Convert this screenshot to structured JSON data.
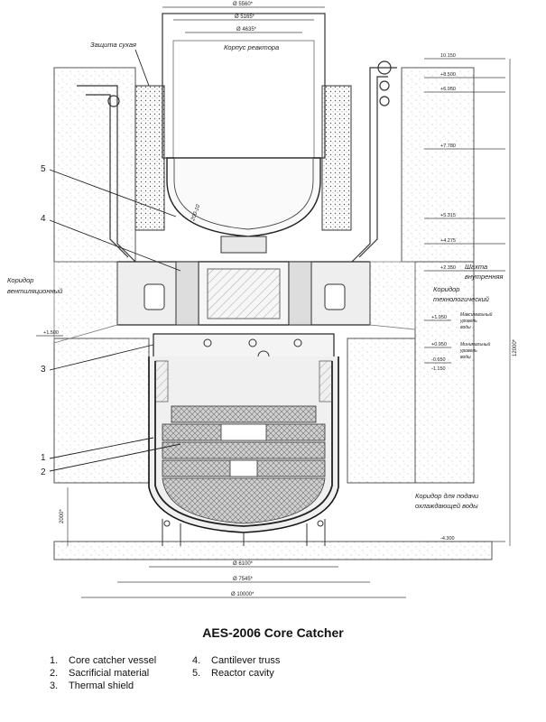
{
  "diagram": {
    "title": "AES-2006 Core Catcher",
    "legend": [
      {
        "num": "1.",
        "text": "Core catcher vessel"
      },
      {
        "num": "2.",
        "text": "Sacrificial material"
      },
      {
        "num": "3.",
        "text": "Thermal shield"
      },
      {
        "num": "4.",
        "text": "Cantilever truss"
      },
      {
        "num": "5.",
        "text": "Reactor cavity"
      }
    ],
    "callout_numbers": [
      "5",
      "4",
      "3",
      "1",
      "2"
    ],
    "russian_labels": {
      "dry_protection": "Защита сухая",
      "reactor_vessel": "Корпус реактора",
      "ventilation_corridor": [
        "Коридор",
        "вентиляционный"
      ],
      "internal_well": [
        "Шахта",
        "внутренняя"
      ],
      "technological_corridor": [
        "Коридор",
        "технологический"
      ],
      "max_water_level": [
        "Максимальный",
        "уровень",
        "воды"
      ],
      "min_water_level": [
        "Минимальный",
        "уровень",
        "воды"
      ],
      "cooling_water_corridor": [
        "Коридор для подачи",
        "охлаждающей воды"
      ],
      "wall_thickness": "200-10"
    },
    "dimensions": {
      "top_diameters": [
        "Ø 5560*",
        "Ø 5165*",
        "Ø 4635*"
      ],
      "bottom_diameters": [
        "Ø 6100*",
        "Ø 7545*",
        "Ø 10000*"
      ],
      "elevations": [
        "10.150",
        "+8.500",
        "+6.950",
        "+7.780",
        "+5.315",
        "+4.275",
        "+2.350",
        "+1.950",
        "+0.950",
        "-0.650",
        "-1.150",
        "-4.300",
        "+1.500"
      ],
      "vertical_dims": [
        "12000*",
        "2000*"
      ]
    }
  }
}
